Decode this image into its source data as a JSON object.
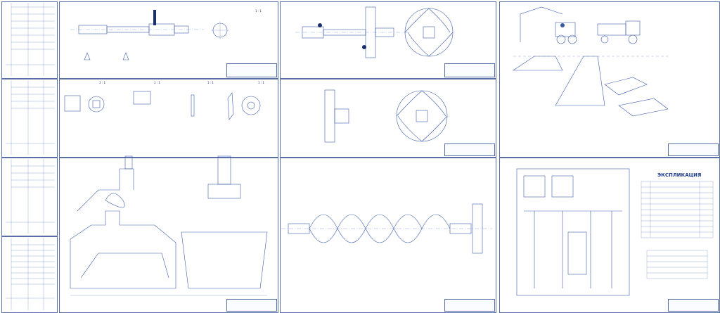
{
  "sheets": {
    "detail_1_label": "1 : 1",
    "detail_2_label": "1 : 1",
    "detail_3_label": "1 : 1",
    "detail_4_label": "1 : 1",
    "detail_5_label": "1 : 1",
    "explication_title": "ЭКСПЛИКАЦИЯ"
  },
  "colors": {
    "line": "#3a5aa8",
    "fill": "#1b2f6f"
  }
}
